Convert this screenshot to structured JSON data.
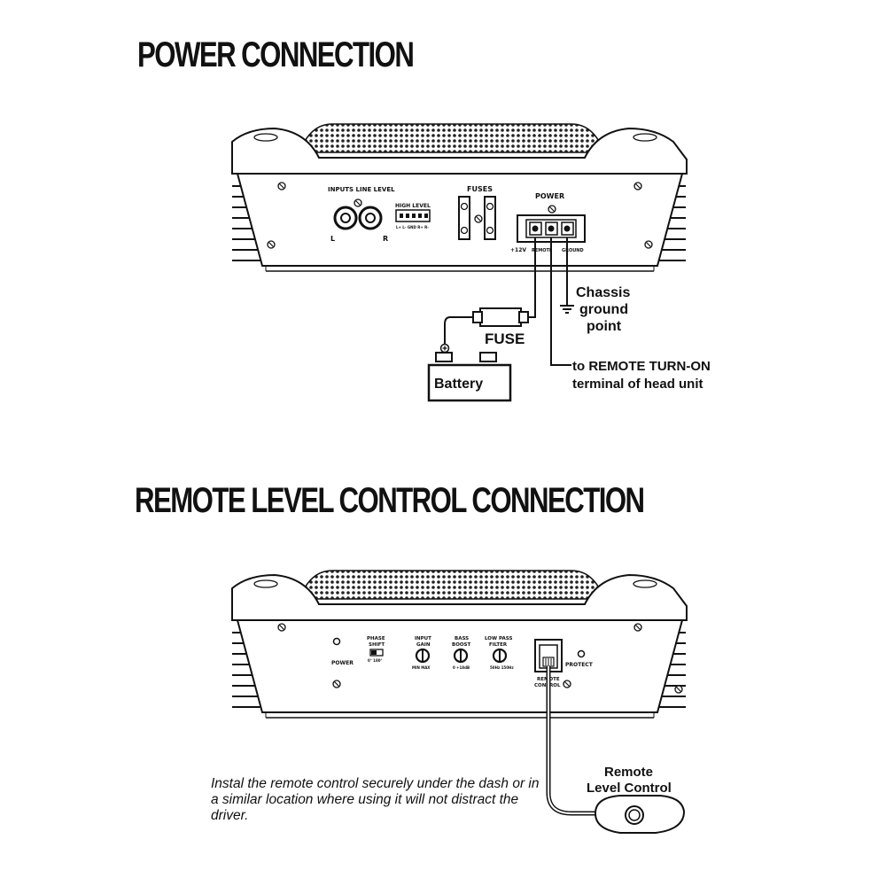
{
  "headings": {
    "power": "POWER CONNECTION",
    "remote": "REMOTE LEVEL CONTROL CONNECTION"
  },
  "power_panel": {
    "inputs_line_level": "INPUTS LINE LEVEL",
    "left": "L",
    "right": "R",
    "high_level": "HIGH LEVEL",
    "high_level_pins": "L+ L- GND R+ R-",
    "fuses": "FUSES",
    "power": "POWER",
    "terminal_12v": "+12V",
    "terminal_remote": "REMOTE",
    "terminal_ground": "GROUND"
  },
  "power_wiring": {
    "fuse": "FUSE",
    "battery": "Battery",
    "chassis_1": "Chassis",
    "chassis_2": "ground",
    "chassis_3": "point",
    "remote_1": "to REMOTE TURN-ON",
    "remote_2": "terminal of head unit"
  },
  "remote_panel": {
    "power": "POWER",
    "phase_shift_1": "PHASE",
    "phase_shift_2": "SHIFT",
    "phase_values": "0°   180°",
    "input_gain_1": "INPUT",
    "input_gain_2": "GAIN",
    "input_gain_scale": "MIN   MAX",
    "bass_boost_1": "BASS",
    "bass_boost_2": "BOOST",
    "bass_boost_scale": "0    +18dB",
    "low_pass_1": "LOW PASS",
    "low_pass_2": "FILTER",
    "low_pass_scale": "50Hz  150Hz",
    "remote_control_1": "REMOTE",
    "remote_control_2": "CONTROL",
    "protect": "PROTECT"
  },
  "remote_wiring": {
    "remote_1": "Remote",
    "remote_2": "Level Control",
    "note": "Instal the remote control securely under the dash or in a similar location where using it will not distract the driver."
  },
  "colors": {
    "ink": "#111111",
    "paper": "#ffffff"
  }
}
